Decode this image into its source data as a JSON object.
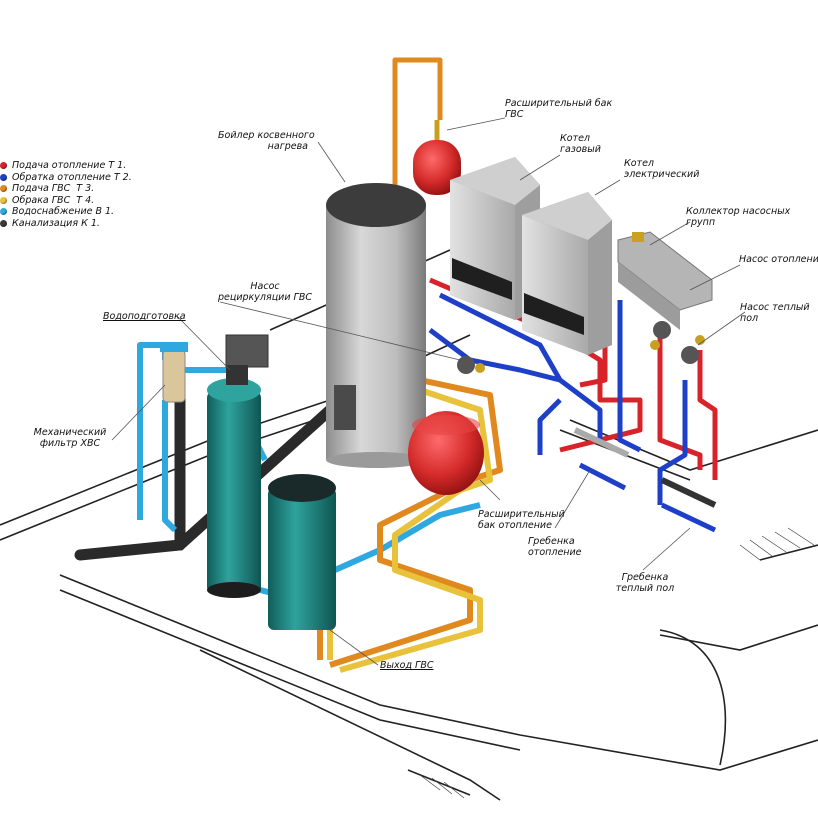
{
  "legend": [
    {
      "label": "Подача отопление Т 1.",
      "color": "#d8232a",
      "icon": "red-dot"
    },
    {
      "label": "Обратка отопление Т 2.",
      "color": "#1e3fc8",
      "icon": "blue-dot"
    },
    {
      "label": "Подача ГВС  Т 3.",
      "color": "#e0891e",
      "icon": "orange-dot"
    },
    {
      "label": "Обрака ГВС  Т 4.",
      "color": "#e8c23a",
      "icon": "yellow-dot"
    },
    {
      "label": "Водоснабжение В 1.",
      "color": "#2fa8e0",
      "icon": "cyan-dot"
    },
    {
      "label": "Канализация К 1.",
      "color": "#3a3a3a",
      "icon": "black-dot"
    }
  ],
  "labels": {
    "exp_tank_dhw": "Расширительный бак\nГВС",
    "boiler_gas": "Котел\nгазовый",
    "boiler_electric": "Котел\nэлектрический",
    "indirect_boiler": "Бойлер косвенного\nнагрева",
    "pump_group_collector": "Коллектор насосных\nгрупп",
    "heating_pump": "Насос отопление",
    "recirc_pump": "Насос\nрециркуляции ГВС",
    "floor_pump": "Насос теплый\nпол",
    "water_treatment": "Водоподготовка",
    "mech_filter": "Механический\nфильтр ХВС",
    "exp_tank_heating": "Расширительный\nбак отопление",
    "heating_manifold": "Гребенка\nотопление",
    "floor_manifold": "Гребенка\nтеплый пол",
    "dhw_outlet": "Выход ГВС"
  },
  "colors": {
    "supply_heating": "#d8232a",
    "return_heating": "#1e3fc8",
    "supply_dhw": "#e0891e",
    "return_dhw": "#e8c23a",
    "water": "#2fa8e0",
    "sewer": "#2a2a2a",
    "tank_red": "#d42a2a",
    "boiler_gray": "#b9b9b9",
    "filter_teal": "#1f8f8a",
    "storage_teal": "#1d8580"
  }
}
